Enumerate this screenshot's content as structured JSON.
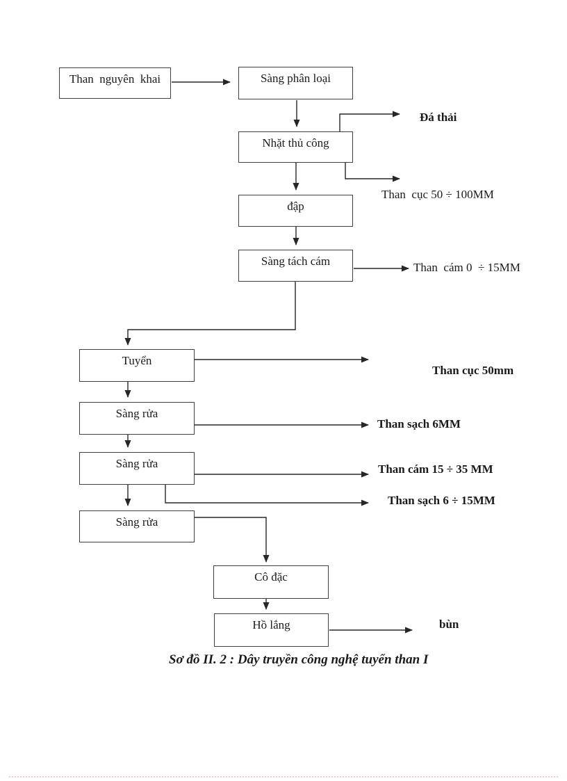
{
  "colors": {
    "line": "#262626",
    "box_border": "#3f3f3f",
    "text": "#1a1a1a",
    "footer_rule": "#f7bfe0",
    "background": "#ffffff"
  },
  "nodes": [
    {
      "id": "than-nguyen-khai",
      "label": "Than  nguyên  khai"
    },
    {
      "id": "sang-phan-loai",
      "label": "Sàng phân loại"
    },
    {
      "id": "nhat-thu-cong",
      "label": "Nhặt thủ công"
    },
    {
      "id": "dap",
      "label": "đập"
    },
    {
      "id": "sang-tach-cam",
      "label": "Sàng tách cám"
    },
    {
      "id": "tuyen",
      "label": "Tuyển"
    },
    {
      "id": "sang-rua-1",
      "label": "Sàng rửa"
    },
    {
      "id": "sang-rua-2",
      "label": "Sàng rửa"
    },
    {
      "id": "sang-rua-3",
      "label": "Sàng rửa"
    },
    {
      "id": "co-dac",
      "label": "Cô đặc"
    },
    {
      "id": "ho-lang",
      "label": "Hồ lắng"
    }
  ],
  "outputs": [
    {
      "id": "da-thai",
      "label": "Đá thải"
    },
    {
      "id": "than-cuc-50-100",
      "label": "Than  cục 50 ÷ 100MM"
    },
    {
      "id": "than-cam-0-15",
      "label": "Than  cám 0  ÷ 15MM"
    },
    {
      "id": "than-cuc-50",
      "label": "Than cục 50mm"
    },
    {
      "id": "than-sach-6",
      "label": "Than sạch 6MM"
    },
    {
      "id": "than-cam-15-35",
      "label": "Than cám 15 ÷ 35 MM"
    },
    {
      "id": "than-sach-6-15",
      "label": "Than sạch 6 ÷ 15MM"
    },
    {
      "id": "bun",
      "label": "bùn"
    }
  ],
  "caption": "Sơ đồ II. 2 : Dây truyền công nghệ tuyển than I"
}
